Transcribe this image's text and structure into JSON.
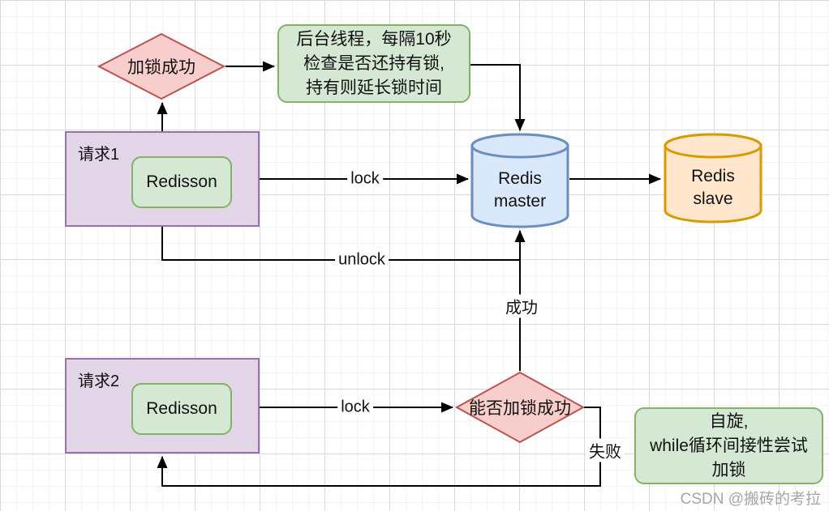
{
  "nodes": {
    "lock_success": {
      "label": "加锁成功"
    },
    "watchdog": {
      "lines": [
        "后台线程，每隔10秒",
        "检查是否还持有锁,",
        "持有则延长锁时间"
      ]
    },
    "request1": {
      "title": "请求1",
      "client": "Redisson"
    },
    "request2": {
      "title": "请求2",
      "client": "Redisson"
    },
    "redis_master": {
      "line1": "Redis",
      "line2": "master"
    },
    "redis_slave": {
      "line1": "Redis",
      "line2": "slave"
    },
    "can_lock": {
      "label": "能否加锁成功"
    },
    "spin": {
      "lines": [
        "自旋,",
        "while循环间接性尝试",
        "加锁"
      ]
    }
  },
  "edges": {
    "lock1": "lock",
    "unlock": "unlock",
    "success": "成功",
    "lock2": "lock",
    "fail": "失败"
  },
  "colors": {
    "diamond_fill": "#f8cecc",
    "diamond_stroke": "#b85450",
    "green_fill": "#d5e8d4",
    "green_stroke": "#82b366",
    "purple_fill": "#e1d5e7",
    "purple_stroke": "#9673a6",
    "blue_fill": "#dae8fc",
    "blue_stroke": "#6c8ebf",
    "orange_fill": "#ffe6cc",
    "orange_stroke": "#d79b00",
    "connector": "#000000",
    "watermark_text": "#a6a6a6"
  },
  "watermark": "CSDN @搬砖的考拉"
}
